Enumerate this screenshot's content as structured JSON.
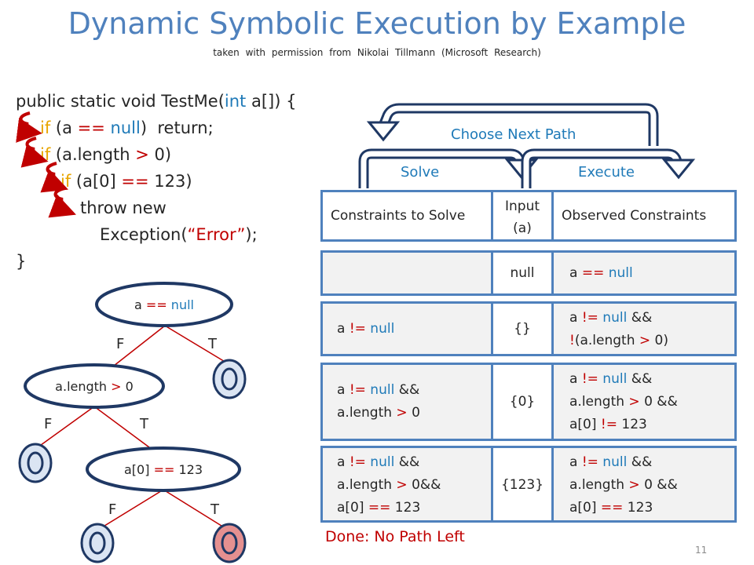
{
  "title": "Dynamic Symbolic Execution by Example",
  "subtitle": "taken with permission from Nikolai Tillmann (Microsoft Research)",
  "code": {
    "line1": {
      "a": "public static void TestMe(",
      "b": "int",
      "c": " a[]) {"
    },
    "line2": {
      "kw": "if",
      "a": " (a ",
      "op": "==",
      "sp": " ",
      "b": "null",
      "c": ")  return;"
    },
    "line3": {
      "kw": "if",
      "a": " (a.length ",
      "op": ">",
      "c": " 0)"
    },
    "line4": {
      "kw": "if",
      "a": " (a[0] ",
      "op": "==",
      "c": " 123)"
    },
    "line5": "throw new",
    "line6": {
      "a": "Exception(",
      "str": "“Error”",
      "c": ");"
    },
    "line7": "}"
  },
  "tree": {
    "node1": {
      "a": "a ",
      "op": "==",
      "b": " null"
    },
    "node2": {
      "a": "a.length ",
      "op": ">",
      "b": " 0"
    },
    "node3": {
      "a": "a[0] ",
      "op": "==",
      "b": " 123"
    },
    "f": "F",
    "t": "T"
  },
  "arrows": {
    "choose_next_path": "Choose Next Path",
    "solve": "Solve",
    "execute": "Execute"
  },
  "table": {
    "headers": {
      "constraints_to_solve": "Constraints to Solve",
      "input_line1": "Input",
      "input_line2": "(a)",
      "observed": "Observed Constraints"
    },
    "rows": [
      {
        "input": "null",
        "observed": {
          "a": "a ",
          "op": "==",
          "b": " null"
        }
      },
      {
        "solve": {
          "a": "a ",
          "op": "!=",
          "b": " null"
        },
        "input": "{}",
        "observed1": {
          "a": "a ",
          "op": "!=",
          "b": " null",
          "c": " &&"
        },
        "observed2": {
          "op": "!",
          "a": "(a.length ",
          "op2": ">",
          "b": " 0)"
        }
      },
      {
        "solve1": {
          "a": "a ",
          "op": "!=",
          "b": " null",
          "c": " &&"
        },
        "solve2": {
          "a": "a.length ",
          "op": ">",
          "b": " 0"
        },
        "input": "{0}",
        "observed1": {
          "a": "a ",
          "op": "!=",
          "b": " null",
          "c": " &&"
        },
        "observed2": {
          "a": "a.length ",
          "op": ">",
          "b": " 0 &&"
        },
        "observed3": {
          "a": "a[0] ",
          "op": "!=",
          "b": " 123"
        }
      },
      {
        "solve1": {
          "a": "a ",
          "op": "!=",
          "b": " null",
          "c": " &&"
        },
        "solve2": {
          "a": "a.length ",
          "op": ">",
          "b": " 0&&"
        },
        "solve3": {
          "a": "a[0] ",
          "op": "==",
          "b": " 123"
        },
        "input": "{123}",
        "observed1": {
          "a": "a ",
          "op": "!=",
          "b": " null",
          "c": " &&"
        },
        "observed2": {
          "a": "a.length ",
          "op": ">",
          "b": " 0 &&"
        },
        "observed3": {
          "a": "a[0] ",
          "op": "==",
          "b": " 123"
        }
      }
    ]
  },
  "done": "Done: No Path Left",
  "page_number": "11",
  "colors": {
    "blue": "#4f81bd",
    "keyword_blue": "#1f7ab8",
    "keyword_orange": "#e8a500",
    "red": "#c00000",
    "cell_gray": "#f2f2f2",
    "leaf_blue": "#dbe5f3",
    "leaf_red": "#e59090"
  }
}
